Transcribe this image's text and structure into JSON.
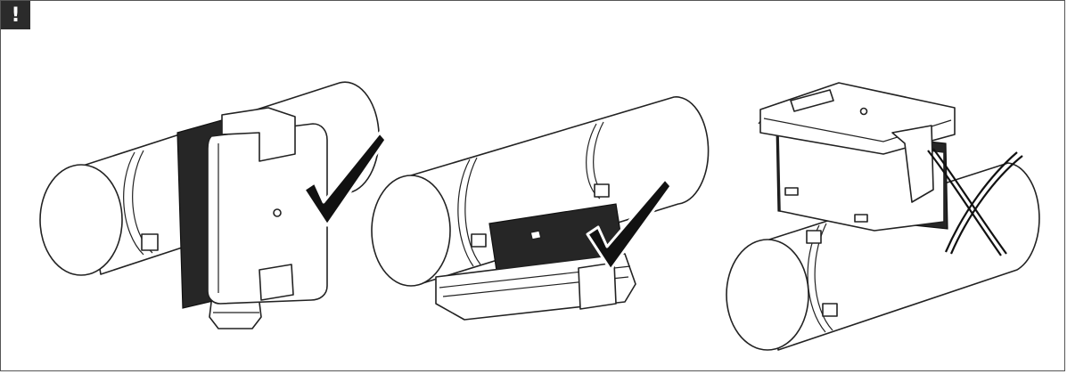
{
  "warning": {
    "symbol": "!"
  },
  "scenes": [
    {
      "mount": "side",
      "result": "check-mark-icon"
    },
    {
      "mount": "bottom",
      "result": "check-mark-icon"
    },
    {
      "mount": "top",
      "result": "cross-mark-icon"
    }
  ],
  "colors": {
    "line": "#222222",
    "housing_dark": "#262626",
    "frame": "#555555"
  }
}
